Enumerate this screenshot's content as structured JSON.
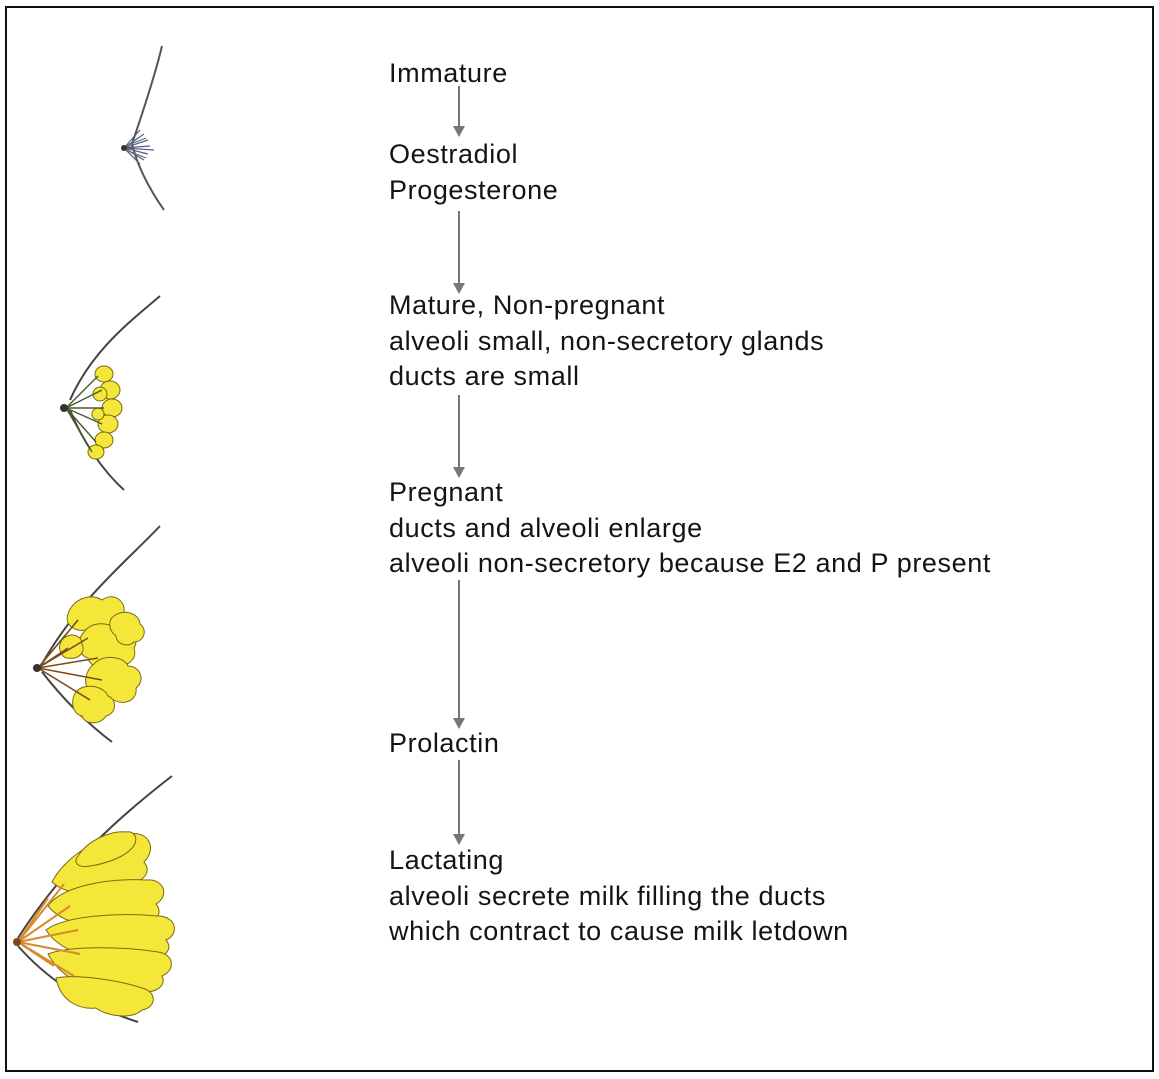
{
  "colors": {
    "alveoli": "#f5e63a",
    "alveoli_outline": "#7a6a10",
    "duct": "#d98a2a",
    "skin_line": "#444444",
    "arrow": "#777777",
    "text": "#141414"
  },
  "stages": [
    {
      "lines": [
        "Immature"
      ]
    },
    {
      "lines": [
        "Oestradiol",
        "Progesterone"
      ]
    },
    {
      "lines": [
        "Mature, Non-pregnant",
        "alveoli small, non-secretory glands",
        "ducts are small"
      ]
    },
    {
      "lines": [
        "Pregnant",
        "ducts and alveoli enlarge",
        "alveoli non-secretory because E2 and P present"
      ]
    },
    {
      "lines": [
        "Prolactin"
      ]
    },
    {
      "lines": [
        "Lactating",
        "alveoli secrete milk filling the ducts",
        "which contract to cause milk letdown"
      ]
    }
  ],
  "illustrations": [
    {
      "name": "immature-breast"
    },
    {
      "name": "mature-non-pregnant-breast"
    },
    {
      "name": "pregnant-breast"
    },
    {
      "name": "lactating-breast"
    }
  ]
}
